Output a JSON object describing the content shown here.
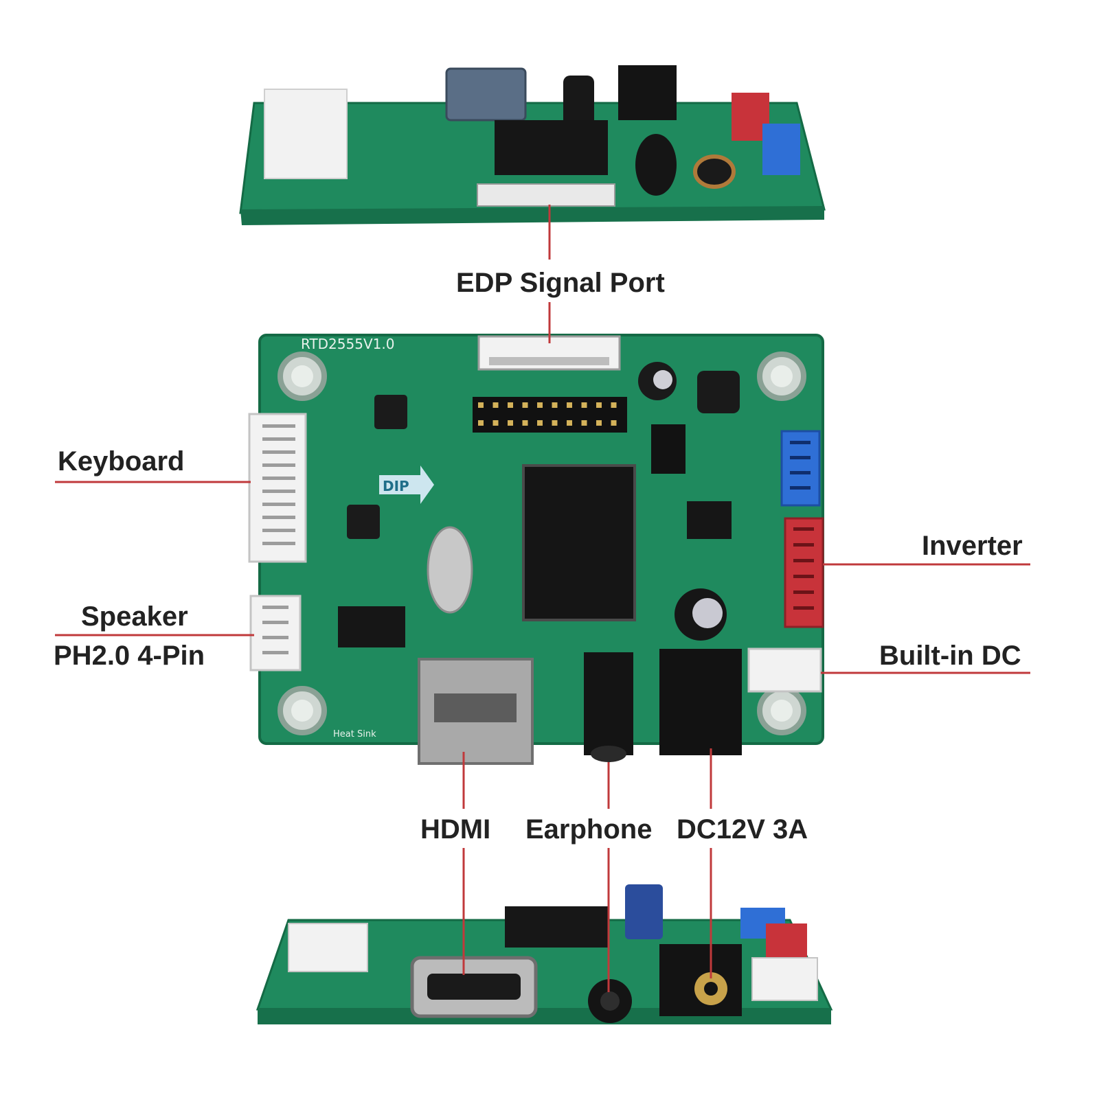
{
  "colors": {
    "pcb": "#1f8a5e",
    "pcb_dark": "#166b48",
    "leader": "#c0393b",
    "connector_white": "#f2f2f2",
    "connector_blue": "#2f6fd6",
    "connector_red": "#c8333a",
    "chip": "#151515",
    "metal": "#b9b9b9"
  },
  "board": {
    "silkscreen_model": "RTD2555V1.0",
    "dip_marker": "DIP",
    "heatsink_text": "Heat Sink"
  },
  "callouts": {
    "edp": "EDP Signal Port",
    "keyboard": "Keyboard",
    "speaker": "Speaker",
    "speaker_spec": "PH2.0 4-Pin",
    "inverter": "Inverter",
    "builtin_dc": "Built-in DC",
    "hdmi": "HDMI",
    "earphone": "Earphone",
    "dc_power": "DC12V 3A"
  }
}
